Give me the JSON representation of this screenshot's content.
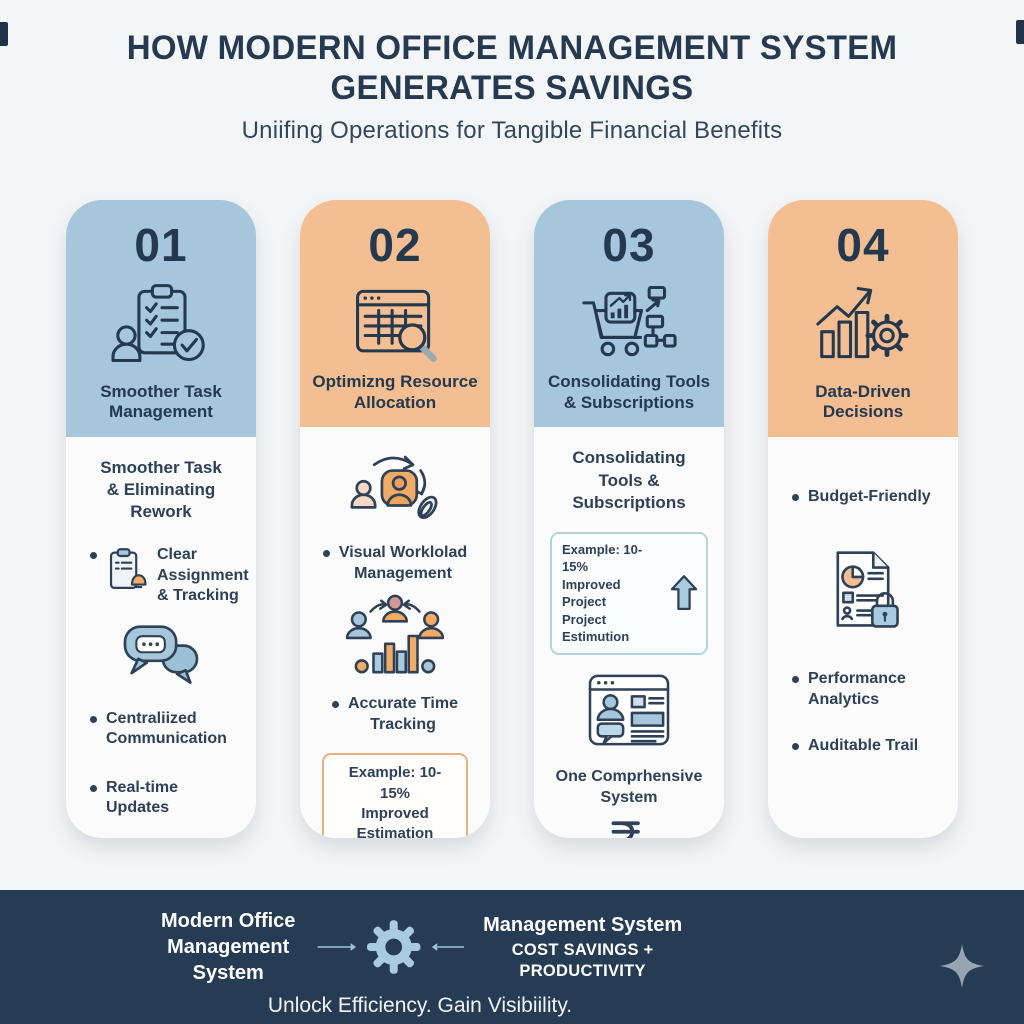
{
  "header": {
    "title_line1": "HOW MODERN OFFICE MANAGEMENT SYSTEM",
    "title_line2": "GENERATES SAVINGS",
    "subtitle": "Uniifing Operations for Tangible Financial Benefits"
  },
  "colors": {
    "page_bg": "#f4f5f7",
    "navy_text": "#2e4156",
    "card_header_blue": "#a6c7db",
    "card_header_orange": "#f3be92",
    "footer_bg": "#263c54",
    "icon_orange": "#f0ab67",
    "icon_blue": "#a9cbdf",
    "example_border_orange": "#e8b184",
    "example_border_blue": "#b5d2e2"
  },
  "cards": [
    {
      "number": "01",
      "title": "Smoother Task Management",
      "header_icon": "clipboard-checklist",
      "subheader_lines": [
        "Smoother Task",
        "& Eliminating Rework"
      ],
      "bullets": [
        {
          "text": "Clear Assignment & Tracking",
          "icon": "clipboard-bell"
        },
        {
          "text": "Centraliized Communication"
        },
        {
          "text": "Real-time Updates"
        }
      ],
      "body_icons": [
        "chat-bubbles"
      ]
    },
    {
      "number": "02",
      "title": "Optimizng Resource Allocation",
      "header_icon": "spreadsheet-magnifier",
      "bullets": [
        {
          "lines": [
            "Visual Worklolad",
            "Management"
          ]
        },
        {
          "lines": [
            "Accurate Time",
            "Tracking"
          ]
        }
      ],
      "body_icons": [
        "people-rotation-paperclip",
        "team-bar-chart"
      ],
      "example_box": {
        "lines": [
          "Example: 10-15%",
          "Improved Estimation"
        ]
      }
    },
    {
      "number": "03",
      "title": "Consolidating Tools & Subscriptions",
      "header_icon": "cart-analytics",
      "subheader_lines": [
        "Consolidating",
        "Tools & Subscriptions"
      ],
      "example_box": {
        "lines": [
          "Example: 10-15%",
          "Improved Project",
          "Project Estimution"
        ],
        "icon": "up-arrow"
      },
      "body_text_lines": [
        "One Comprhensive",
        "System"
      ],
      "body_icons": [
        "browser-collaboration",
        "rupee-thumbs-up"
      ]
    },
    {
      "number": "04",
      "title": "Data-Driven Decisions",
      "header_icon": "growth-chart-gear",
      "bullets": [
        {
          "text": "Budget-Friendly"
        },
        {
          "lines": [
            "Performance",
            "Analytics"
          ]
        },
        {
          "text": "Auditable Trail"
        }
      ],
      "body_icons": [
        "report-pie-lock"
      ]
    }
  ],
  "footer": {
    "left_lines": [
      "Modern Office",
      "Management System"
    ],
    "right_line1": "Management System",
    "right_line2": "COST SAVINGS + PRODUCTIVITY",
    "tagline": "Unlock Efficiency. Gain Visibiility.",
    "icons": [
      "right-arrow",
      "gear",
      "left-arrow",
      "sparkle"
    ]
  }
}
